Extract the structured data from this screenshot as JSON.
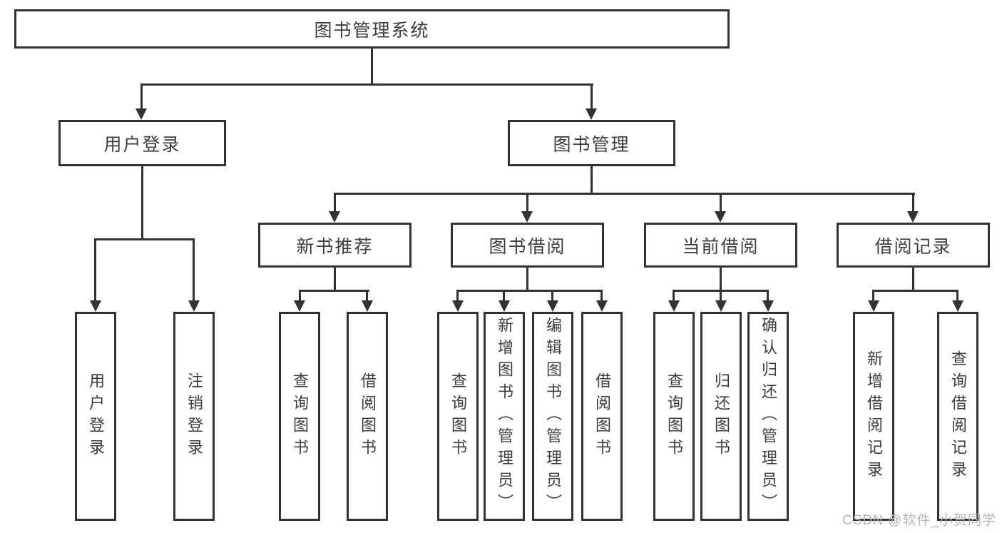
{
  "tree": {
    "root": {
      "label": "图书管理系统"
    },
    "branches": [
      {
        "label": "用户登录",
        "children": [
          {
            "label": "用户登录"
          },
          {
            "label": "注销登录"
          }
        ]
      },
      {
        "label": "图书管理",
        "groups": [
          {
            "label": "新书推荐",
            "children": [
              {
                "label": "查询图书"
              },
              {
                "label": "借阅图书"
              }
            ]
          },
          {
            "label": "图书借阅",
            "children": [
              {
                "label": "查询图书"
              },
              {
                "label": "新增图书（管理员）"
              },
              {
                "label": "编辑图书（管理员）"
              },
              {
                "label": "借阅图书"
              }
            ]
          },
          {
            "label": "当前借阅",
            "children": [
              {
                "label": "查询图书"
              },
              {
                "label": "归还图书"
              },
              {
                "label": "确认归还（管理员）"
              }
            ]
          },
          {
            "label": "借阅记录",
            "children": [
              {
                "label": "新增借阅记录"
              },
              {
                "label": "查询借阅记录"
              }
            ]
          }
        ]
      }
    ]
  },
  "watermark": {
    "text": "CSDN @软件_小贺同学"
  },
  "colors": {
    "line": "#333333",
    "text": "#3d3d3d",
    "watermark": "#b5b5b5",
    "background": "#ffffff"
  }
}
